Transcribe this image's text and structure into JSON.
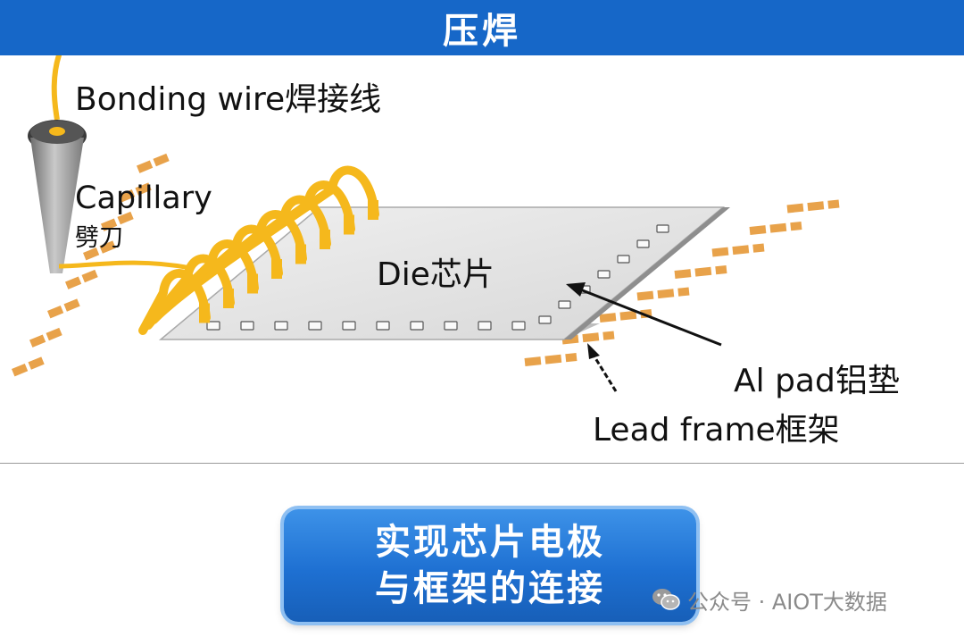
{
  "header": {
    "title": "压焊"
  },
  "diagram": {
    "labels": {
      "bonding_wire": "Bonding wire焊接线",
      "capillary": "Capillary",
      "capillary_cn": "劈刀",
      "die": "Die芯片",
      "al_pad": "Al pad铝垫",
      "lead_frame": "Lead frame框架"
    },
    "colors": {
      "wire": "#f5b81c",
      "lead": "#e8a24a",
      "die": "#e6e6e6",
      "capillary": "#9a9a9a"
    }
  },
  "summary": {
    "line1": "实现芯片电极",
    "line2": "与框架的连接"
  },
  "watermark": {
    "icon": "wechat-icon",
    "text": "公众号 · AIOT大数据"
  }
}
